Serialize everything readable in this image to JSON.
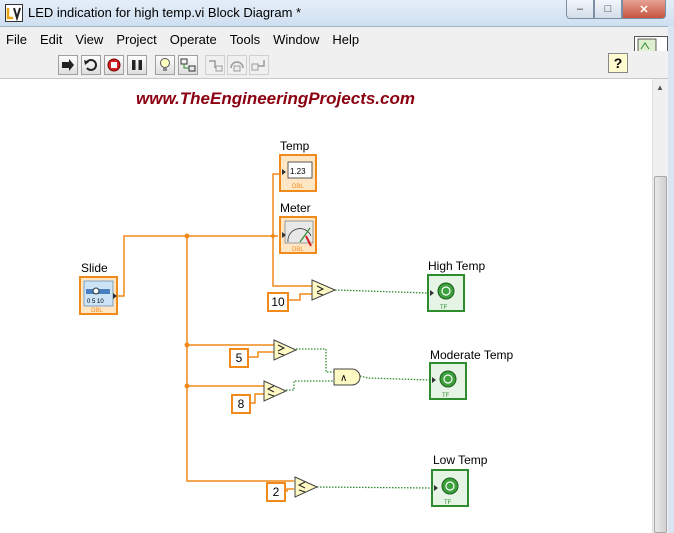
{
  "window": {
    "title": "LED indication for high temp.vi Block Diagram *",
    "minimize": "–",
    "maximize": "□",
    "close": "✕"
  },
  "menu": [
    "File",
    "Edit",
    "View",
    "Project",
    "Operate",
    "Tools",
    "Window",
    "Help"
  ],
  "toolbar": {
    "icons": [
      "run-arrow-icon",
      "run-continuously-icon",
      "abort-icon",
      "pause-icon",
      "highlight-execution-icon",
      "retain-wire-values-icon",
      "step-into-icon",
      "step-over-icon",
      "step-out-icon"
    ],
    "help": "?"
  },
  "connector_pane_number": "3",
  "watermark": "www.TheEngineeringProjects.com",
  "terminals": {
    "slide": {
      "label": "Slide",
      "type": "DBL",
      "scale": "0  5  10"
    },
    "temp": {
      "label": "Temp",
      "value": "1.23",
      "type": "DBL"
    },
    "meter": {
      "label": "Meter",
      "type": "DBL"
    },
    "high_temp": {
      "label": "High Temp",
      "type": "TF"
    },
    "moderate_temp": {
      "label": "Moderate Temp",
      "type": "TF"
    },
    "low_temp": {
      "label": "Low Temp",
      "type": "TF"
    }
  },
  "constants": {
    "c10": "10",
    "c5": "5",
    "c8": "8",
    "c2": "2"
  },
  "functions": {
    "and": "∧"
  },
  "colors": {
    "numeric_wire": "#f08a1a",
    "boolean_wire": "#2e8b2e",
    "boolean_terminal": "#2e8b2e",
    "comparison_fill": "#fff9c4",
    "watermark": "#8b0010"
  }
}
